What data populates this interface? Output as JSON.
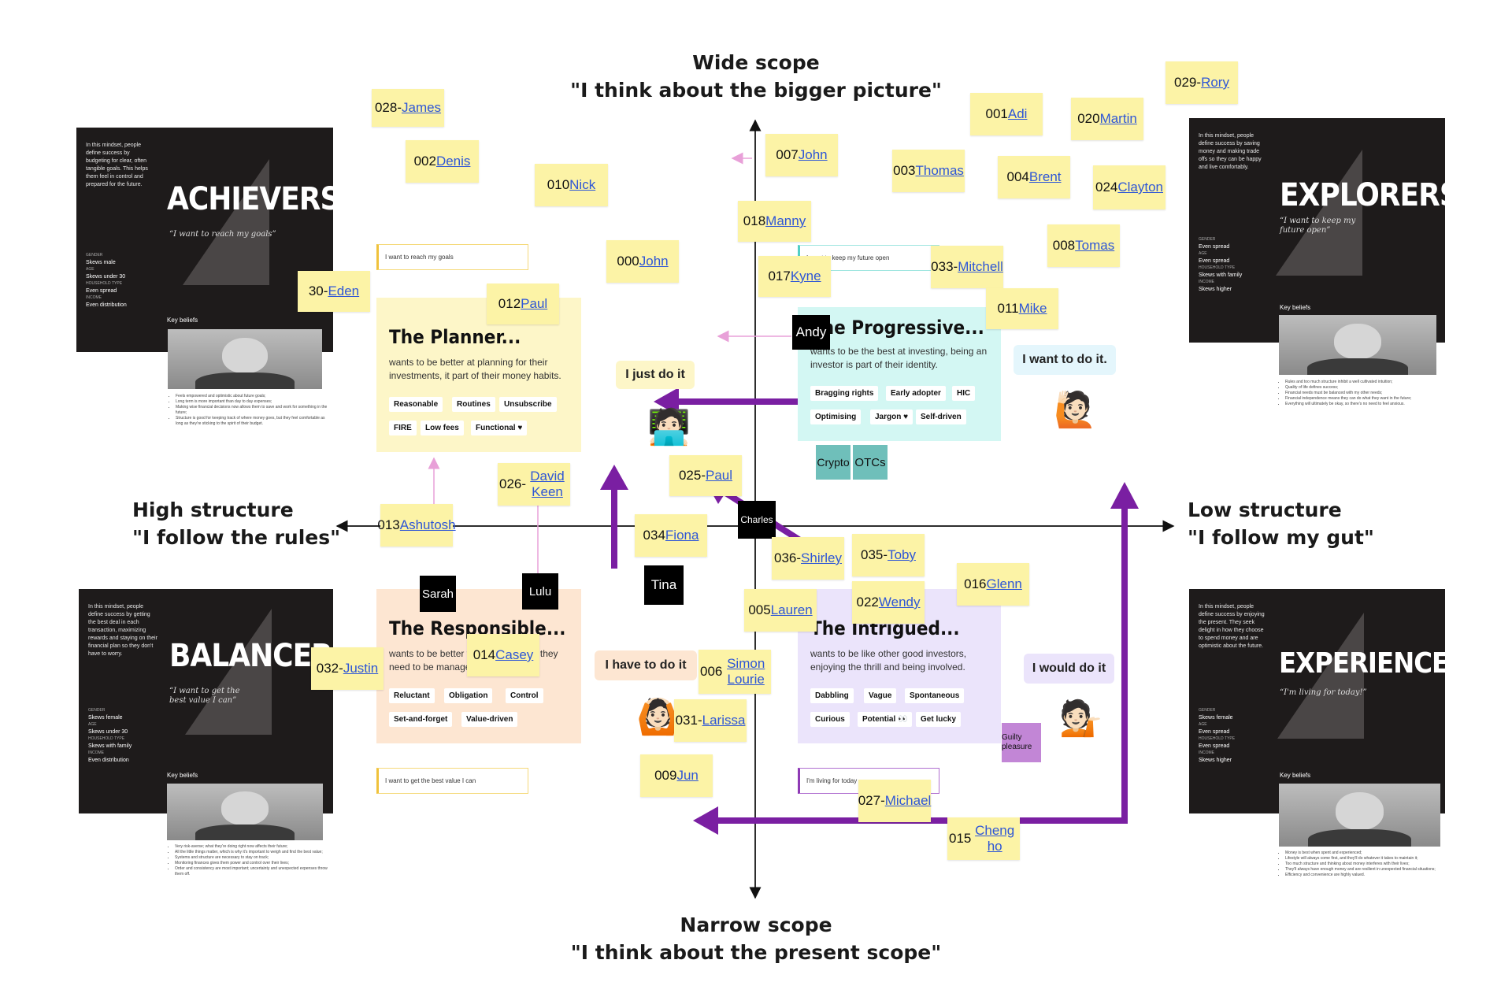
{
  "axes": {
    "top_line1": "Wide scope",
    "top_line2": "\"I think about the bigger picture\"",
    "bottom_line1": "Narrow scope",
    "bottom_line2": "\"I think about the present scope\"",
    "left_line1": "High structure",
    "left_line2": "\"I follow the rules\"",
    "right_line1": "Low structure",
    "right_line2": "\"I follow my gut\""
  },
  "personas": {
    "achievers": {
      "description": "In this mindset, people define success by budgeting for clear, often tangible goals. This helps them feel in control and prepared for the future.",
      "name": "ACHIEVERS",
      "quote": "“I want to reach my goals”",
      "gender_key": "GENDER",
      "gender": "Skews male",
      "age_key": "AGE",
      "age": "Skews under 30",
      "household_key": "HOUSEHOLD TYPE",
      "household": "Even spread",
      "income_key": "INCOME",
      "income": "Even distribution",
      "key_beliefs_label": "Key beliefs",
      "beliefs": [
        "Feels empowered and optimistic about future goals;",
        "Long term is more important than day to day expenses;",
        "Making wise financial decisions now allows them to save and work for something in the future;",
        "Structure is good for keeping track of where money goes, but they feel comfortable as long as they're sticking to the spirit of their budget."
      ]
    },
    "explorers": {
      "description": "In this mindset, people define success by saving money and making trade offs so they can be happy and live comfortably.",
      "name": "EXPLORERS",
      "quote": "“I want to keep my future open”",
      "gender_key": "GENDER",
      "gender": "Even spread",
      "age_key": "AGE",
      "age": "Even spread",
      "household_key": "HOUSEHOLD TYPE",
      "household": "Skews with family",
      "income_key": "INCOME",
      "income": "Skews higher",
      "key_beliefs_label": "Key beliefs",
      "beliefs": [
        "Rules and too much structure inhibit a well cultivated intuition;",
        "Quality of life defines success;",
        "Financial needs must be balanced with my other needs;",
        "Financial independence means they can do what they want in the future;",
        "Everything will ultimately be okay, so there's no need to feel anxious."
      ]
    },
    "balancers": {
      "description": "In this mindset, people define success by getting the best deal in each transaction, maximizing rewards and staying on their financial plan so they don't have to worry.",
      "name": "BALANCERS",
      "quote": "“I want to get the best value I can”",
      "gender_key": "GENDER",
      "gender": "Skews female",
      "age_key": "AGE",
      "age": "Skews under 30",
      "household_key": "HOUSEHOLD TYPE",
      "household": "Skews with family",
      "income_key": "INCOME",
      "income": "Even distribution",
      "key_beliefs_label": "Key beliefs",
      "beliefs": [
        "Very risk-averse; what they're doing right now affects their future;",
        "All the little things matter, which is why it's important to weigh and find the best value;",
        "Systems and structure are necessary to stay on track;",
        "Monitoring finances gives them power and control over their lives;",
        "Order and consistency are most important; uncertainty and unexpected expenses throw them off."
      ]
    },
    "experiencers": {
      "description": "In this mindset, people define success by enjoying the present. They seek delight in how they choose to spend money and are optimistic about the future.",
      "name": "EXPERIENCERS",
      "quote": "“I'm living for today!”",
      "gender_key": "GENDER",
      "gender": "Skews female",
      "age_key": "AGE",
      "age": "Even spread",
      "household_key": "HOUSEHOLD TYPE",
      "household": "Even spread",
      "income_key": "INCOME",
      "income": "Skews higher",
      "key_beliefs_label": "Key beliefs",
      "beliefs": [
        "Money is best when spent and experienced;",
        "Lifestyle will always come first, and they'll do whatever it takes to maintain it;",
        "Too much structure and thinking about money interferes with their lives;",
        "They'll always have enough money and are resilient in unexpected financial situations;",
        "Efficiency and convenience are highly valued."
      ]
    }
  },
  "cards": {
    "planner": {
      "title": "The Planner...",
      "text": "wants to be better at planning for their investments, it part of their money habits.",
      "chips": [
        "Reasonable",
        "Routines",
        "Unsubscribe",
        "FIRE",
        "Low fees",
        "Functional ♥"
      ],
      "goal": "I want to reach my goals"
    },
    "progressive": {
      "title": "The Progressive...",
      "text": "wants to be the best at investing, being an investor is part of their identity.",
      "chips": [
        "Bragging rights",
        "Early adopter",
        "HIC",
        "Optimising",
        "Jargon ♥",
        "Self-driven"
      ],
      "goal": "I want to keep my future open"
    },
    "responsible": {
      "title": "The Responsible...",
      "text": "wants to be better with their money, they need to be managed.",
      "chips": [
        "Reluctant",
        "Obligation",
        "Control",
        "Set-and-forget",
        "Value-driven"
      ],
      "goal": "I want to get the best value I can"
    },
    "intrigued": {
      "title": "The Intrigued...",
      "text": "wants to be like other good investors, enjoying the thrill and being involved.",
      "chips": [
        "Dabbling",
        "Vague",
        "Spontaneous",
        "Curious",
        "Potential 👀",
        "Get lucky"
      ],
      "goal": "I'm living for today"
    }
  },
  "bubbles": {
    "just_do_it": "I just do it",
    "want_to_do_it": "I want to do it.",
    "have_to_do_it": "I have to do it",
    "would_do_it": "I would do it"
  },
  "emojis": {
    "laptop_person": "🧑🏻‍💻",
    "raising_hand": "🙋🏻",
    "ok_gesture": "🙆🏻",
    "tipping_hand": "💁🏻"
  },
  "categories": {
    "crypto": "Crypto",
    "otcs": "OTCs",
    "guilty": "Guilty pleasure"
  },
  "name_tags": [
    "Andy",
    "Sarah",
    "Lulu",
    "Tina",
    "Charles"
  ],
  "stickies": [
    {
      "id": "028",
      "sep": " - ",
      "name": "James"
    },
    {
      "id": "002",
      "sep": " ",
      "name": "Denis"
    },
    {
      "id": "010",
      "sep": " ",
      "name": "Nick"
    },
    {
      "id": "007",
      "sep": " ",
      "name": "John"
    },
    {
      "id": "003",
      "sep": " ",
      "name": "Thomas"
    },
    {
      "id": "001",
      "sep": " ",
      "name": "Adi"
    },
    {
      "id": "020",
      "sep": " ",
      "name": "Martin"
    },
    {
      "id": "029",
      "sep": " - ",
      "name": "Rory"
    },
    {
      "id": "004",
      "sep": " ",
      "name": "Brent"
    },
    {
      "id": "024",
      "sep": " ",
      "name": "Clayton"
    },
    {
      "id": "018",
      "sep": " ",
      "name": "Manny"
    },
    {
      "id": "008",
      "sep": " ",
      "name": "Tomas"
    },
    {
      "id": "000",
      "sep": " ",
      "name": "John"
    },
    {
      "id": "017",
      "sep": " ",
      "name": "Kyne"
    },
    {
      "id": "033",
      "sep": " - ",
      "name": "Mitchell"
    },
    {
      "id": "30",
      "sep": " - ",
      "name": "Eden"
    },
    {
      "id": "012",
      "sep": " ",
      "name": "Paul"
    },
    {
      "id": "011",
      "sep": " ",
      "name": "Mike"
    },
    {
      "id": "025",
      "sep": " - ",
      "name": "Paul"
    },
    {
      "id": "026",
      "sep": " - ",
      "name": "David Keen"
    },
    {
      "id": "013",
      "sep": " ",
      "name": "Ashutosh"
    },
    {
      "id": "034",
      "sep": " ",
      "name": "Fiona"
    },
    {
      "id": "036",
      "sep": " - ",
      "name": "Shirley"
    },
    {
      "id": "035",
      "sep": " - ",
      "name": "Toby"
    },
    {
      "id": "016",
      "sep": " ",
      "name": "Glenn"
    },
    {
      "id": "005",
      "sep": " ",
      "name": "Lauren"
    },
    {
      "id": "022",
      "sep": " ",
      "name": "Wendy"
    },
    {
      "id": "014",
      "sep": " ",
      "name": "Casey"
    },
    {
      "id": "032",
      "sep": " - ",
      "name": "Justin"
    },
    {
      "id": "006",
      "sep": " ",
      "name": "Simon Lourie"
    },
    {
      "id": "031",
      "sep": " - ",
      "name": "Larissa"
    },
    {
      "id": "009",
      "sep": " ",
      "name": "Jun"
    },
    {
      "id": "027",
      "sep": " - ",
      "name": "Michael"
    },
    {
      "id": "015",
      "sep": " ",
      "name": "Cheng ho"
    }
  ],
  "colors": {
    "planner": "#fdf6c8",
    "progressive": "#d3f7f3",
    "responsible": "#fde6d2",
    "intrigued": "#ebe4fb",
    "arrow_purple": "#7a1fa2",
    "arrow_pink": "#e8a0d8",
    "sticky": "#fcf3a6"
  }
}
